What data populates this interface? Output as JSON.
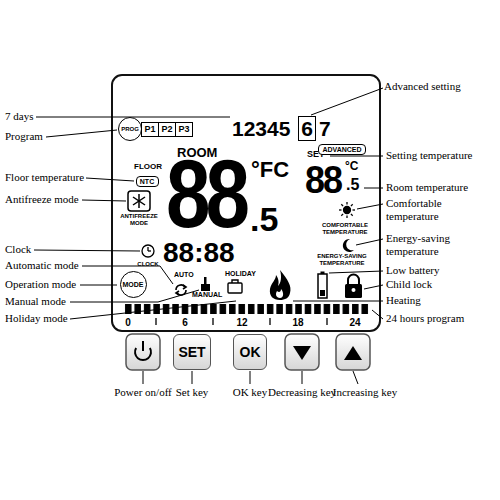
{
  "diagram": {
    "nodes": [
      {
        "text": [
          "PROG"
        ]
      },
      {
        "text": [
          "P1"
        ]
      },
      {
        "text": [
          "P2"
        ]
      },
      {
        "text": [
          "P3"
        ]
      },
      {
        "text": [
          "6"
        ]
      },
      {
        "text": [
          "ADVANCED"
        ]
      },
      {
        "text": [
          "NTC"
        ]
      },
      {
        "text": [
          "MODE"
        ]
      },
      {
        "text": [
          "SET"
        ]
      },
      {
        "text": [
          "OK"
        ]
      }
    ],
    "labels": [
      "Advanced setting",
      "7 days",
      "12345",
      "7",
      "Program",
      "Setting temperature",
      "SET",
      "FLOOR",
      "ROOM",
      "88",
      "°FC",
      "88",
      "°C",
      ".5",
      "Floor temperature",
      "Room temperature",
      "Antifreeze mode",
      "Comfortable temperature",
      ".5",
      "ANTIFREEZE MODE",
      "COMFORTABLE TEMPERATURE",
      "Energy-saving temperature",
      "Clock",
      "88:88",
      "ENERGY-SAVING TEMPERATURE",
      "Automatic mode",
      "CLOCK",
      "Low battery",
      "AUTO",
      "HOLIDAY",
      "Operation mode",
      "Child lock",
      "MANUAL",
      "Manual mode",
      "Heating",
      "Holiday mode",
      "24 hours program",
      "0",
      "6",
      "12",
      "18",
      "24",
      "Power on/off",
      "Set key",
      "OK key",
      "Decreasing key",
      "Increasing key"
    ]
  }
}
